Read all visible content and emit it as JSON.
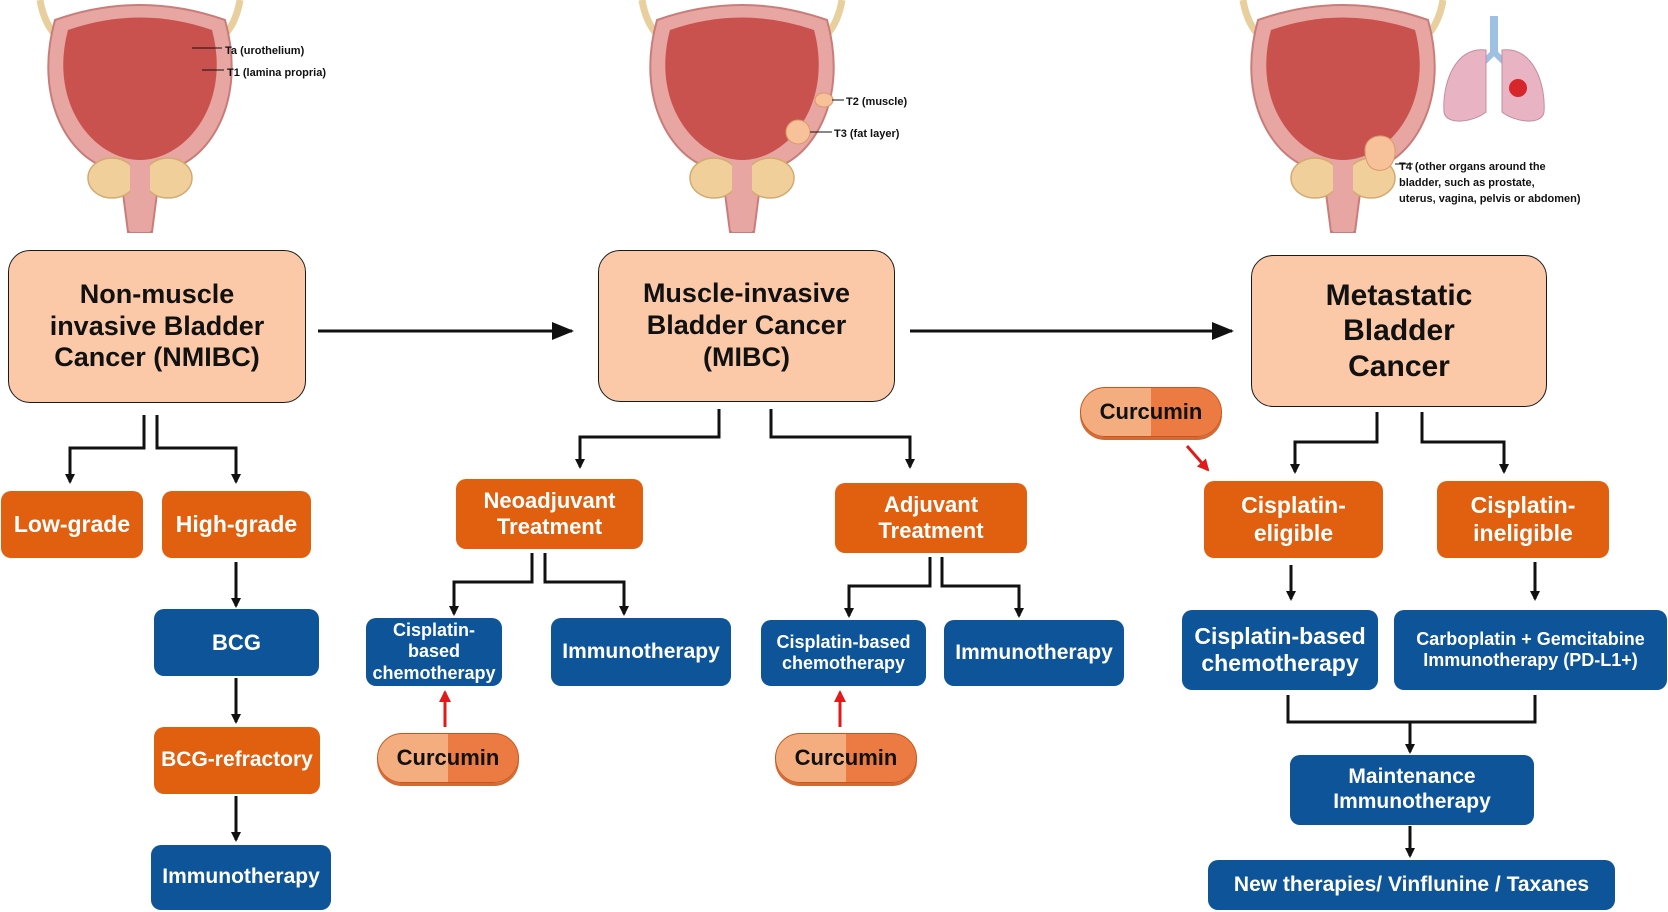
{
  "illustrations": {
    "nmibc": {
      "labels": [
        "Ta (urothelium)",
        "T1 (lamina propria)"
      ]
    },
    "mibc": {
      "labels": [
        "T2 (muscle)",
        "T3 (fat layer)"
      ]
    },
    "metastatic": {
      "labels": [
        "T4 (other organs around the",
        "bladder, such as prostate,",
        "uterus, vagina, pelvis or abdomen)"
      ]
    }
  },
  "stages": {
    "nmibc": "Non-muscle invasive Bladder Cancer (NMIBC)",
    "mibc": "Muscle-invasive Bladder Cancer (MIBC)",
    "metastatic": "Metastatic Bladder Cancer"
  },
  "nmibc": {
    "low_grade": "Low-grade",
    "high_grade": "High-grade",
    "bcg": "BCG",
    "bcg_refractory": "BCG-refractory",
    "immunotherapy": "Immunotherapy"
  },
  "mibc": {
    "neoadjuvant": "Neoadjuvant Treatment",
    "adjuvant": "Adjuvant Treatment",
    "neo_chemo": "Cisplatin-based chemotherapy",
    "neo_immuno": "Immunotherapy",
    "adj_chemo": "Cisplatin-based chemotherapy",
    "adj_immuno": "Immunotherapy"
  },
  "metastatic": {
    "eligible": "Cisplatin-eligible",
    "ineligible": "Cisplatin-ineligible",
    "eligible_chemo": "Cisplatin-based chemotherapy",
    "ineligible_treatment": "Carboplatin + Gemcitabine Immunotherapy (PD-L1+)",
    "maintenance": "Maintenance Immunotherapy",
    "new_therapies": "New therapies/ Vinflunine / Taxanes"
  },
  "curcumin": {
    "label": "Curcumin"
  },
  "colors": {
    "stage_fill": "#fbc9a8",
    "orange": "#e0600f",
    "blue": "#0e5499",
    "curcumin_arrow": "#e01b1b"
  }
}
